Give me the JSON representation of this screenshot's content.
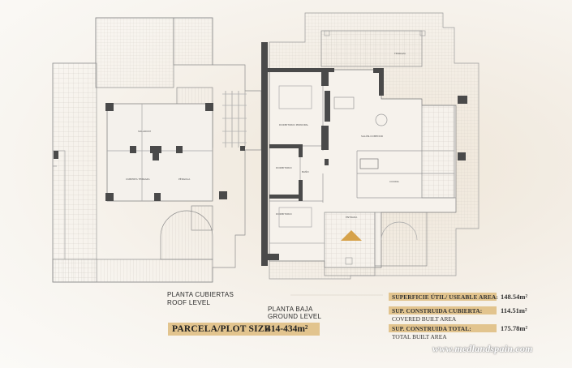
{
  "levels": {
    "roof_title": "PLANTA CUBIERTAS",
    "roof_subtitle": "ROOF LEVEL",
    "ground_title": "PLANTA BAJA",
    "ground_subtitle": "GROUND LEVEL"
  },
  "plot": {
    "label": "PARCELA/PLOT SIZE",
    "value": "414-434m²"
  },
  "areas": [
    {
      "title": "SUPERFICIE ÚTIL/ USEABLE AREA:",
      "subtitle": "",
      "value": "148.54m²"
    },
    {
      "title": "SUP. CONSTRUIDA CUBIERTA:",
      "subtitle": "COVERED BUILT AREA",
      "value": "114.51m²"
    },
    {
      "title": "SUP. CONSTRUIDA TOTAL:",
      "subtitle": "TOTAL BUILT AREA",
      "value": "175.78m²"
    }
  ],
  "website": "www.medlandspain.com",
  "rooms": {
    "solarium": "SOLÁRIUM",
    "pergola": "PÉRGOLA",
    "terrace_roof": "CUBIERTA TERRAZA",
    "dormitorio_principal": "DORMITORIO PRINCIPAL",
    "dormitorio": "DORMITORIO",
    "bano": "BAÑO",
    "salon_comedor": "SALÓN-COMEDOR",
    "cocina": "COCINA",
    "terraza": "TERRAZA",
    "entrada": "ENTRADA"
  },
  "colors": {
    "accent_gold": "#e2c48e",
    "wall_dark": "#4a4a4a",
    "line": "#8c8c8c",
    "north_marker": "#d6a24a"
  }
}
